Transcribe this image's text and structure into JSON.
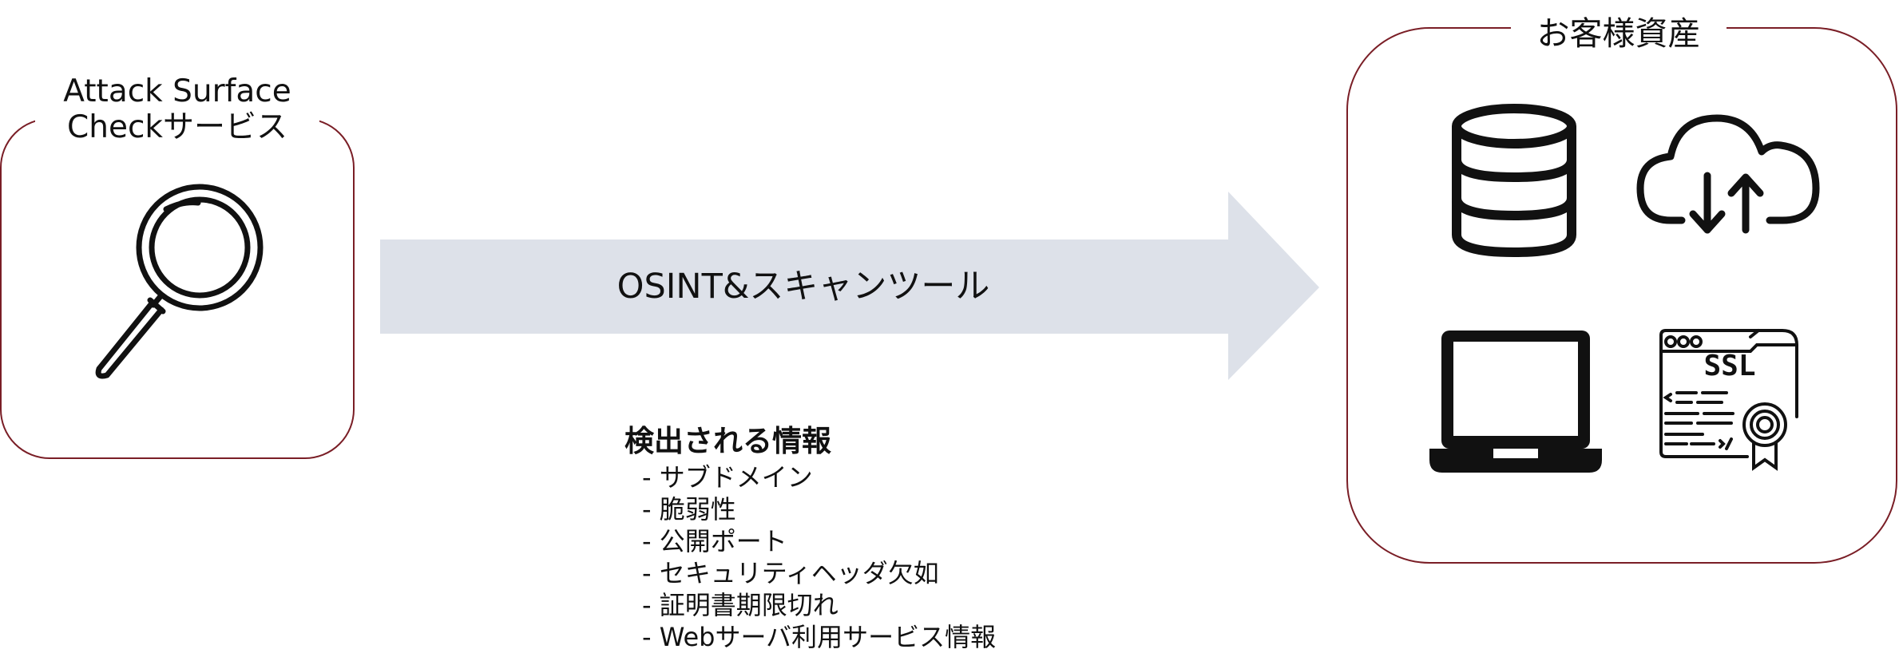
{
  "left_box": {
    "title_line1": "Attack Surface",
    "title_line2": "Checkサービス",
    "icon": "magnifying-glass-icon"
  },
  "arrow": {
    "label": "OSINT&スキャンツール",
    "fill_color": "#dde1e9"
  },
  "detected_info": {
    "title": "検出される情報",
    "items": [
      "サブドメイン",
      "脆弱性",
      "公開ポート",
      "セキュリティヘッダ欠如",
      "証明書期限切れ",
      "Webサーバ利用サービス情報"
    ]
  },
  "right_box": {
    "title": "お客様資産",
    "icons": [
      "database-icon",
      "cloud-upload-download-icon",
      "laptop-icon",
      "ssl-certificate-icon"
    ],
    "ssl_label": "SSL"
  },
  "colors": {
    "panel_border": "#7a1e26",
    "icon_stroke": "#111111"
  }
}
